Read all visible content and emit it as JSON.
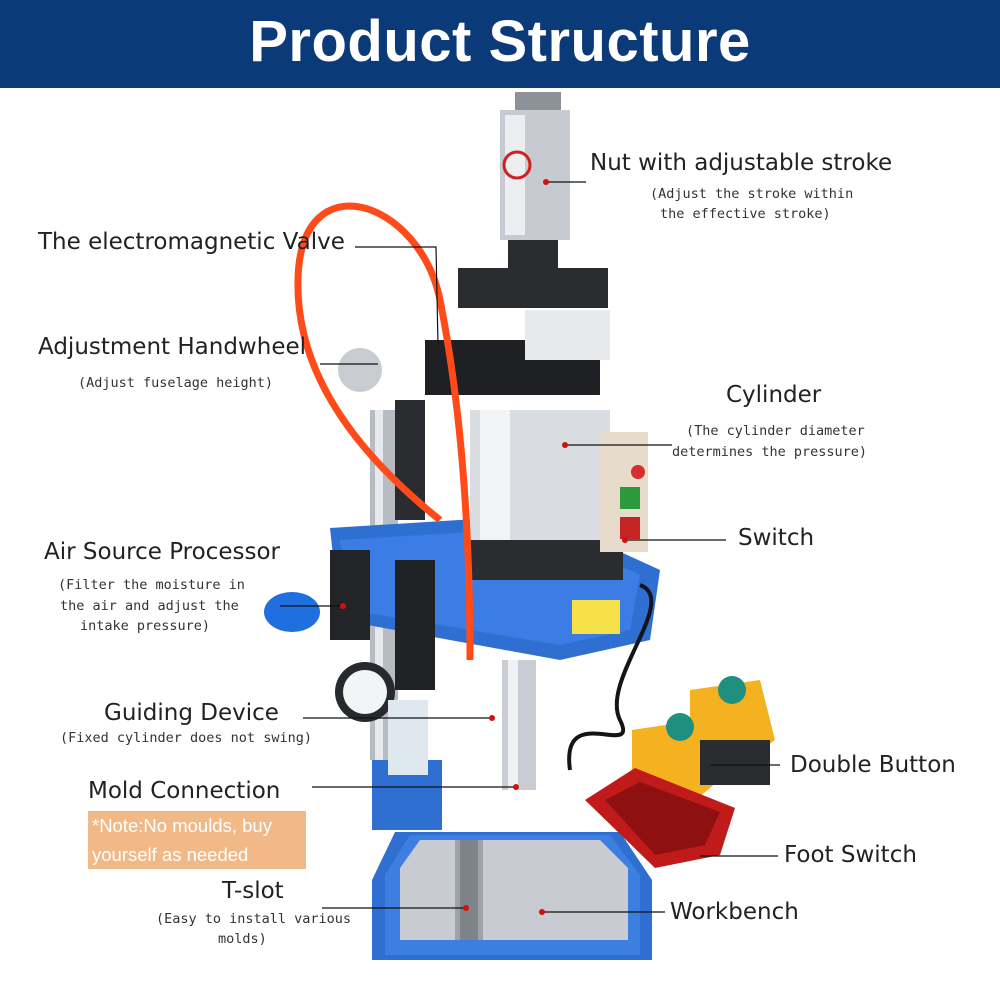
{
  "header": {
    "title": "Product Structure"
  },
  "colors": {
    "header_bg": "#0b3a78",
    "machine_blue": "#2f6fd1",
    "hose_orange": "#ff4a1a",
    "note_bg": "#f2b988"
  },
  "labels": {
    "nut": {
      "title": "Nut with adjustable stroke",
      "sub1": "(Adjust the stroke within",
      "sub2": "the effective stroke)"
    },
    "valve": {
      "title": "The electromagnetic Valve"
    },
    "handwheel": {
      "title": "Adjustment Handwheel",
      "sub1": "(Adjust fuselage height)"
    },
    "cylinder": {
      "title": "Cylinder",
      "sub1": "(The cylinder diameter",
      "sub2": "determines the pressure)"
    },
    "switch": {
      "title": "Switch"
    },
    "air": {
      "title": "Air Source Processor",
      "sub1": "(Filter the moisture in",
      "sub2": "the air and adjust the",
      "sub3": "intake pressure)"
    },
    "guiding": {
      "title": "Guiding Device",
      "sub1": "(Fixed cylinder does not swing)"
    },
    "mold": {
      "title": "Mold Connection",
      "note1": "*Note:No moulds, buy",
      "note2": "yourself as needed"
    },
    "tslot": {
      "title": "T-slot",
      "sub1": "(Easy to install various",
      "sub2": "molds)"
    },
    "double": {
      "title": "Double Button"
    },
    "foot": {
      "title": "Foot Switch"
    },
    "workbench": {
      "title": "Workbench"
    }
  }
}
